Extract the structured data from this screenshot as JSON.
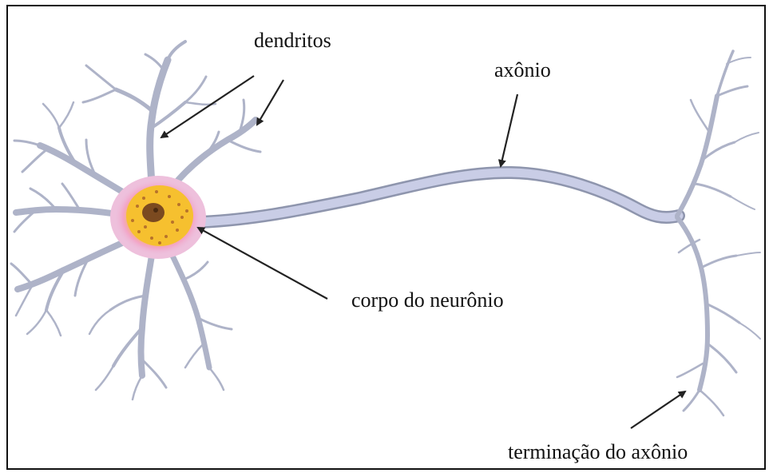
{
  "labels": {
    "dendrites": "dendritos",
    "axon": "axônio",
    "cell_body": "corpo do neurônio",
    "axon_terminal": "terminação do axônio"
  },
  "colors": {
    "membrane": "#b7bccf",
    "membrane_dark": "#8e95ad",
    "axon_fill": "#c9cde6",
    "soma_glow": "#f3a6c8",
    "soma_core": "#f7c631",
    "nucleus": "#7b4a20",
    "arrow": "#222222"
  }
}
